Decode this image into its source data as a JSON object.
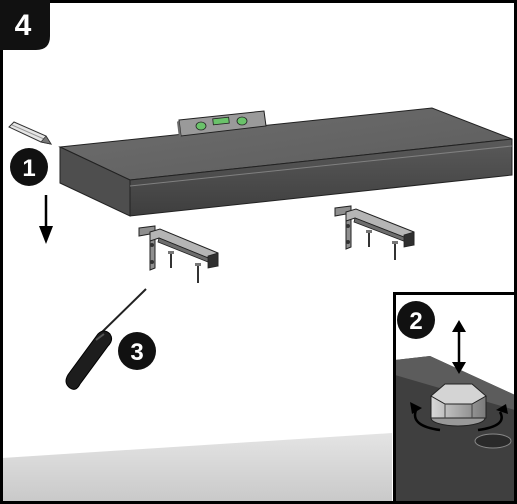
{
  "step_label": "4",
  "callouts": [
    "1",
    "2",
    "3"
  ],
  "icons": {
    "pencil": "pencil-icon",
    "level": "spirit-level-icon",
    "screwdriver": "screwdriver-icon",
    "down_arrow": "down-arrow-icon",
    "updown_arrow": "up-down-arrow-icon",
    "rotate_arrows": "rotate-arrows-icon"
  },
  "colors": {
    "border": "#000000",
    "shelf": "#5a5a5a",
    "floor": "#dcdcdc",
    "badge": "#111111",
    "inset_bg": "#4a4a4a"
  }
}
